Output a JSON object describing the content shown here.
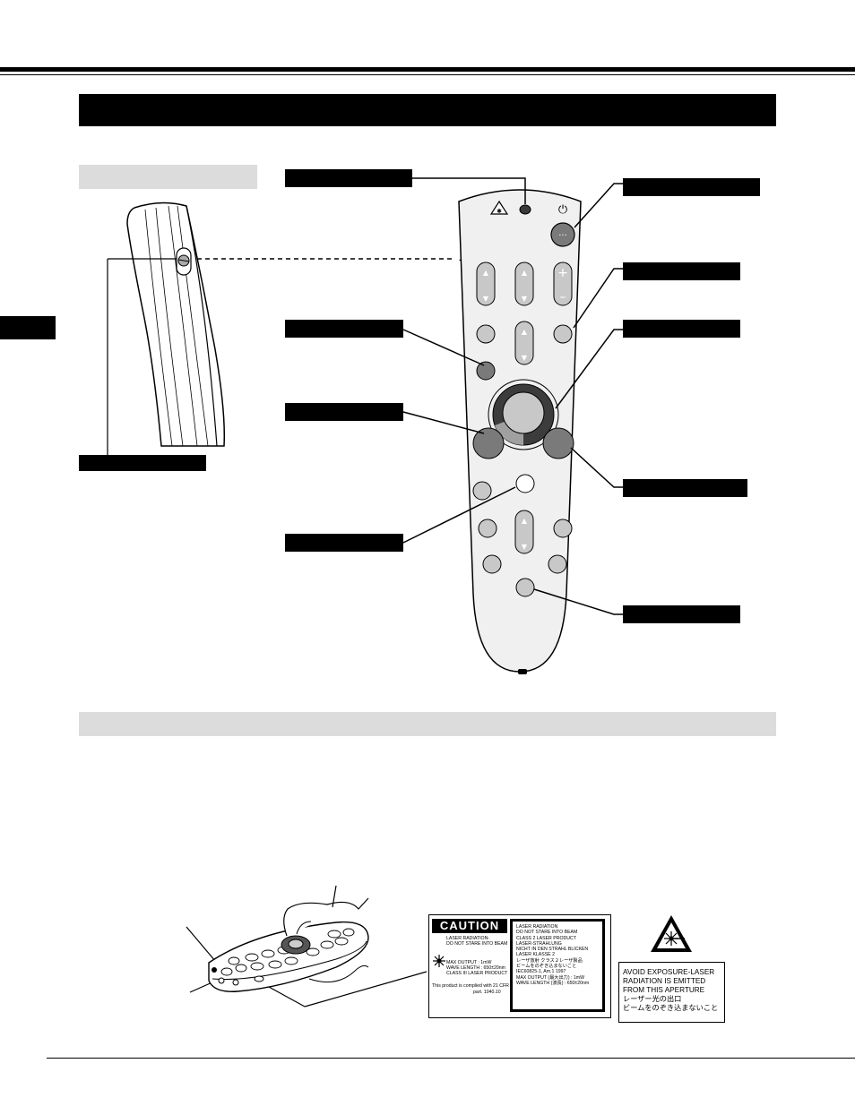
{
  "page": {
    "title_bar": "",
    "side_tab": ""
  },
  "side_view": {
    "section_label": "",
    "switch_callout": ""
  },
  "remote_callouts": {
    "laser_indicator": "",
    "power_button": "",
    "button_right_1": "",
    "button_left_1": "",
    "point_pad": "",
    "button_left_2": "",
    "button_right_2": "",
    "button_left_3": "",
    "button_right_3": ""
  },
  "remote_symbols": {
    "power": "⏻",
    "laser": "✱",
    "plus": "+",
    "minus": "–",
    "up": "▲",
    "down": "▼",
    "dots": "···",
    "small_arrow": "◂"
  },
  "laser_section": {
    "label": ""
  },
  "caution_label": {
    "title": "CAUTION",
    "left_lines": [
      "LASER RADIATION-",
      "DO NOT STARE INTO BEAM"
    ],
    "spec_lines": [
      "MAX OUTPUT : 1mW",
      "WAVE LENGTH : 650±20nm",
      "CLASS III LASER PRODUCT"
    ],
    "compliance_lines": [
      "This product is complied with 21 CFR",
      "part. 1040.10"
    ],
    "right_lines": [
      "LASER RADIATION",
      "DO NOT STARE INTO BEAM",
      "CLASS 2 LASER PRODUCT",
      "LASER-STRAHLUNG",
      "NICHT IN DEN STRAHL BLICKEN",
      "LASER KLASSE 2",
      "レーザ放射 クラス２レーザ製品",
      "ビームをのぞき込まないこと",
      "IEC60825-1, Am.1 1997",
      "MAX OUTPUT (最大出力) : 1mW",
      "WAVE LENGTH (波長) : 650±20nm"
    ]
  },
  "aperture_label": {
    "lines": [
      "AVOID EXPOSURE-LASER",
      "RADIATION IS EMITTED",
      "FROM THIS APERTURE",
      "レーザー光の出口",
      "ビームをのぞき込まないこと"
    ]
  },
  "colors": {
    "black": "#000000",
    "label_gray": "#dcdcdc",
    "remote_body": "#f0f0f0",
    "button_gray": "#c8c8c8",
    "button_dark": "#7a7a7a",
    "ring_dark": "#3c3c3c"
  }
}
